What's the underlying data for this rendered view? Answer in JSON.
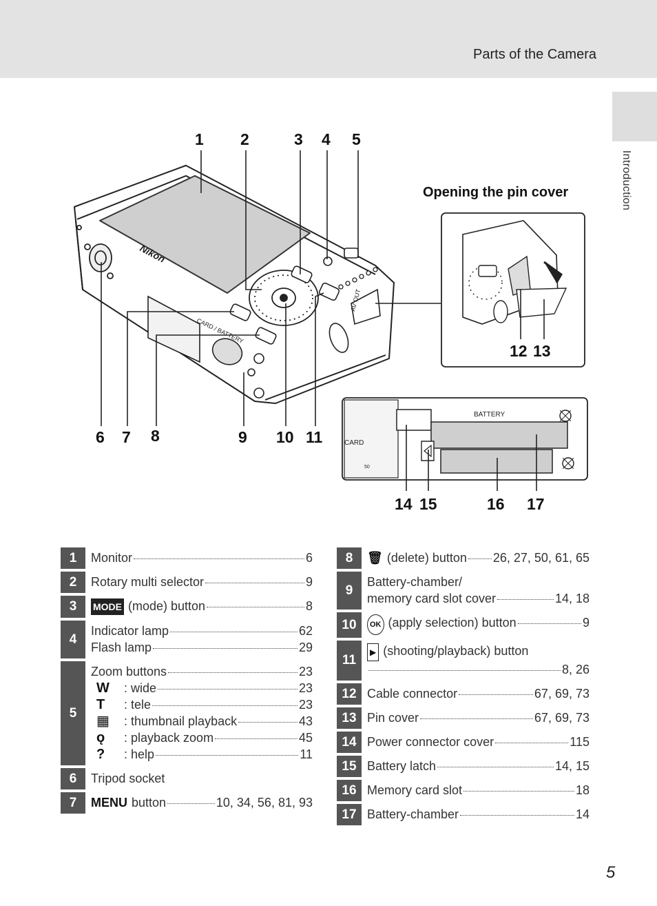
{
  "header": {
    "section_title": "Parts of the Camera"
  },
  "side_tab": {
    "label": "Introduction"
  },
  "diagram": {
    "pin_cover_title": "Opening the pin cover",
    "callouts": [
      "1",
      "2",
      "3",
      "4",
      "5",
      "6",
      "7",
      "8",
      "9",
      "10",
      "11",
      "12",
      "13",
      "14",
      "15",
      "16",
      "17"
    ],
    "camera_text": {
      "brand": "Nikon",
      "card_battery": "CARD / BATTERY",
      "av_out": "AV OUT",
      "battery_label": "BATTERY",
      "card": "CARD",
      "fifty": "50"
    }
  },
  "table_left": [
    {
      "num": "1",
      "label": "Monitor",
      "pages": "6"
    },
    {
      "num": "2",
      "label": "Rotary multi selector",
      "pages": "9"
    },
    {
      "num": "3",
      "icon": "MODE",
      "label": "(mode) button",
      "pages": "8"
    },
    {
      "num": "4",
      "lines": [
        {
          "label": "Indicator lamp",
          "pages": "62"
        },
        {
          "label": "Flash lamp",
          "pages": "29"
        }
      ]
    },
    {
      "num": "5",
      "label": "Zoom buttons",
      "pages": "23",
      "subs": [
        {
          "icon": "W",
          "label": "wide",
          "pages": "23"
        },
        {
          "icon": "T",
          "label": "tele",
          "pages": "23"
        },
        {
          "icon": "▦",
          "label": "thumbnail playback",
          "pages": "43"
        },
        {
          "icon": "ǫ",
          "label": "playback zoom",
          "pages": "45"
        },
        {
          "icon": "?",
          "label": "help",
          "pages": "11"
        }
      ]
    },
    {
      "num": "6",
      "label": "Tripod socket"
    },
    {
      "num": "7",
      "icon": "MENU",
      "label": "button",
      "pages": "10, 34, 56, 81, 93"
    }
  ],
  "table_right": [
    {
      "num": "8",
      "icon": "🗑",
      "label": "(delete) button",
      "pages": "26, 27, 50, 61, 65"
    },
    {
      "num": "9",
      "label_line1": "Battery-chamber/",
      "label": "memory card slot cover",
      "pages": "14, 18"
    },
    {
      "num": "10",
      "icon": "OK",
      "label": "(apply selection) button",
      "pages": "9"
    },
    {
      "num": "11",
      "icon": "▶",
      "label": "(shooting/playback) button",
      "pages": "8, 26"
    },
    {
      "num": "12",
      "label": "Cable connector",
      "pages": "67, 69, 73"
    },
    {
      "num": "13",
      "label": "Pin cover",
      "pages": "67, 69, 73"
    },
    {
      "num": "14",
      "label": "Power connector cover",
      "pages": "115"
    },
    {
      "num": "15",
      "label": "Battery latch",
      "pages": "14, 15"
    },
    {
      "num": "16",
      "label": "Memory card slot",
      "pages": "18"
    },
    {
      "num": "17",
      "label": "Battery-chamber",
      "pages": "14"
    }
  ],
  "footer": {
    "page_number": "5"
  }
}
